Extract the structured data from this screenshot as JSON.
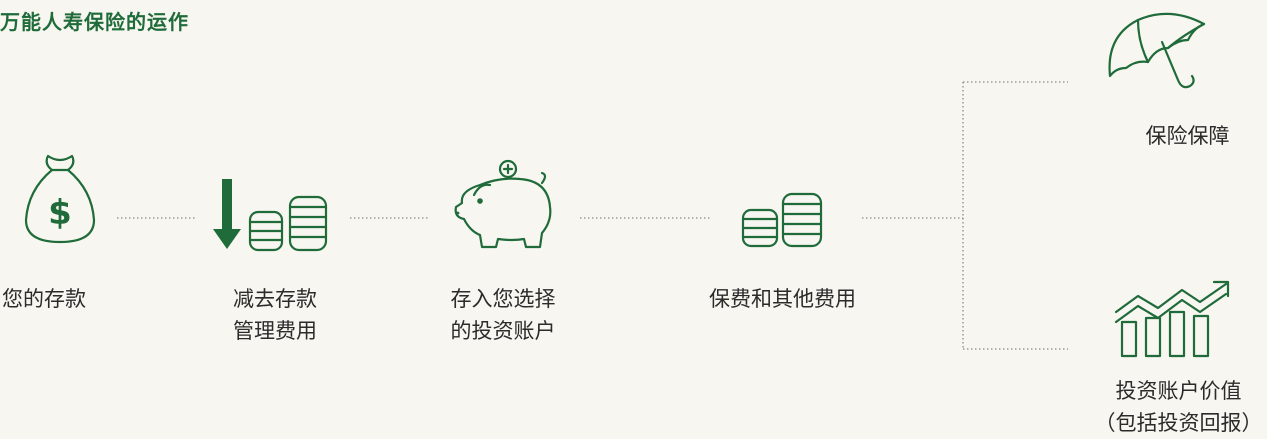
{
  "title": "万能人寿保险的运作",
  "steps": [
    {
      "label": "您的存款",
      "icon": "money-bag-icon"
    },
    {
      "line1": "减去存款",
      "line2": "管理费用",
      "icon": "down-arrow-coins-icon"
    },
    {
      "line1": "存入您选择",
      "line2": "的投资账户",
      "icon": "piggy-bank-icon"
    },
    {
      "label": "保费和其他费用",
      "icon": "coin-stack-icon"
    }
  ],
  "outcomes": [
    {
      "label": "保险保障",
      "icon": "umbrella-icon"
    },
    {
      "line1": "投资账户价值",
      "line2": "（包括投资回报）",
      "icon": "growth-chart-icon"
    }
  ],
  "colors": {
    "accent": "#1f6b3a",
    "background": "#f8f6f0",
    "line": "#8a8a8a"
  }
}
